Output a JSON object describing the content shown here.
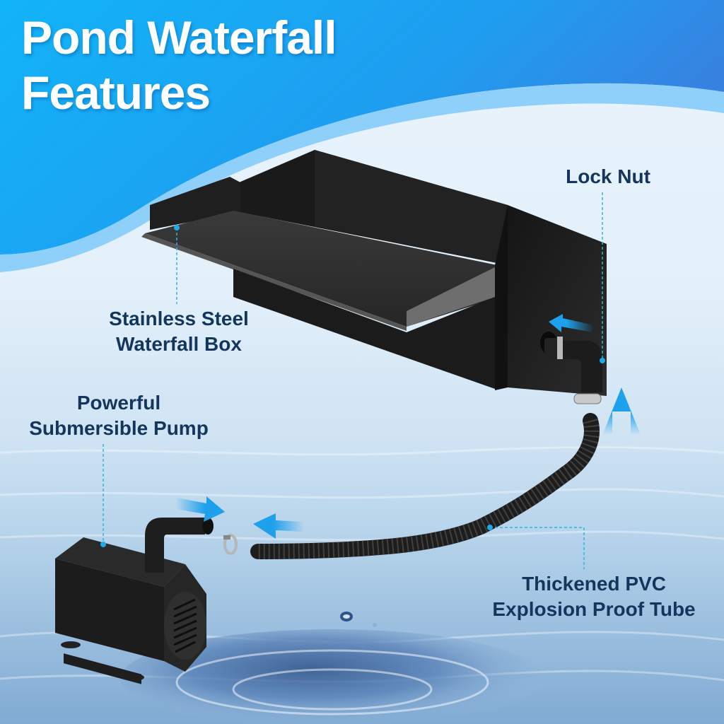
{
  "title": {
    "line1": "Pond Waterfall",
    "line2": "Features"
  },
  "labels": {
    "lock_nut": "Lock Nut",
    "waterfall_box": {
      "line1": "Stainless Steel",
      "line2": "Waterfall Box"
    },
    "pump": {
      "line1": "Powerful",
      "line2": "Submersible Pump"
    },
    "tube": {
      "line1": "Thickened PVC",
      "line2": "Explosion Proof Tube"
    }
  },
  "colors": {
    "header_blue": "#14a9f0",
    "header_blue_dark": "#2f7fe0",
    "label_navy": "#14365d",
    "callout_cyan": "#2bb8d8",
    "arrow_blue": "#1ea0ec",
    "product_black": "#1c1c1e"
  },
  "flow_arrows": [
    {
      "name": "arrow-into-box",
      "direction": "left"
    },
    {
      "name": "arrow-up-to-elbow",
      "direction": "up"
    },
    {
      "name": "arrow-into-pump",
      "direction": "right"
    },
    {
      "name": "arrow-from-tube",
      "direction": "left"
    }
  ]
}
